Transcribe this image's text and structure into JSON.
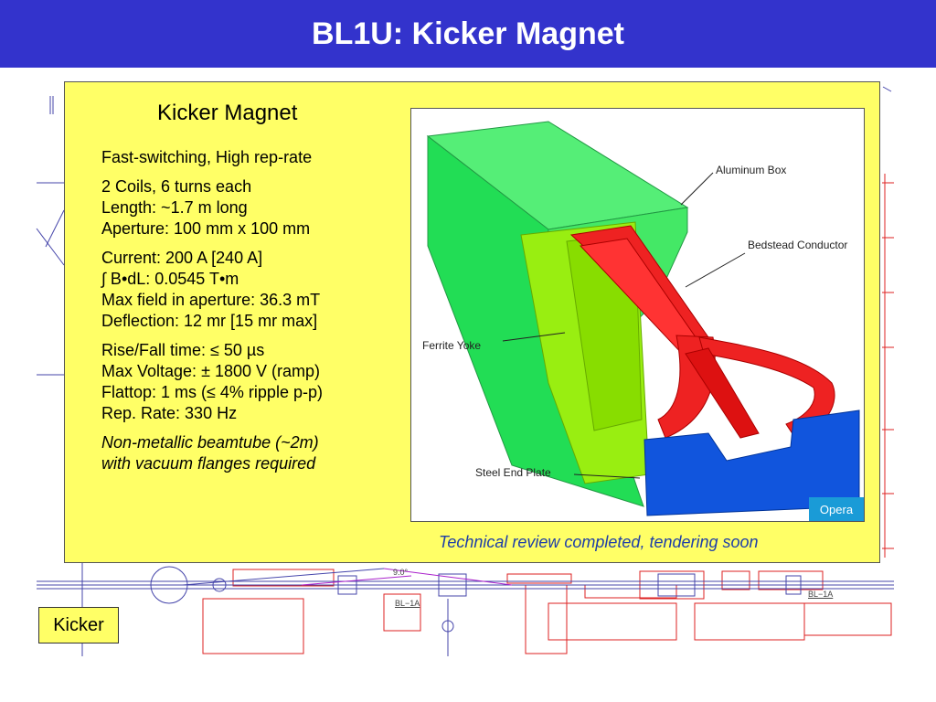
{
  "title": "BL1U: Kicker Magnet",
  "panel": {
    "heading": "Kicker Magnet",
    "paragraphs": [
      {
        "lines": [
          "Fast-switching, High rep-rate"
        ],
        "italic": false
      },
      {
        "lines": [
          "2 Coils, 6 turns each",
          "Length: ~1.7 m long",
          "Aperture: 100 mm x 100 mm"
        ],
        "italic": false
      },
      {
        "lines": [
          "Current: 200 A [240 A]",
          "∫ B•dL: 0.0545 T•m",
          "Max field in aperture: 36.3 mT",
          "Deflection: 12 mr [15 mr max]"
        ],
        "italic": false
      },
      {
        "lines": [
          "Rise/Fall time: ≤ 50 µs",
          "Max Voltage: ± 1800 V (ramp)",
          "Flattop: 1 ms (≤ 4% ripple p-p)",
          "Rep. Rate: 330 Hz"
        ],
        "italic": false
      },
      {
        "lines": [
          "Non-metallic beamtube (~2m)",
          "with vacuum flanges required"
        ],
        "italic": true
      }
    ]
  },
  "figure": {
    "callouts": {
      "aluminum_box": "Aluminum Box",
      "bedstead_conductor": "Bedstead Conductor",
      "ferrite_yoke": "Ferrite Yoke",
      "steel_end_plate": "Steel End Plate"
    },
    "badge": "Opera"
  },
  "caption": "Technical review completed, tendering soon",
  "kicker_label": "Kicker",
  "drawing_labels": {
    "angle": "9.0°",
    "beamline_1": "BL−1A",
    "beamline_2": "BL−1A"
  },
  "colors": {
    "title_bar": "#3333cc",
    "panel": "#ffff66",
    "aluminum_box": "#33ee66",
    "ferrite_yoke": "#99ee11",
    "conductor": "#ee2222",
    "end_plate": "#1155dd",
    "caption": "#1f3fa8"
  }
}
